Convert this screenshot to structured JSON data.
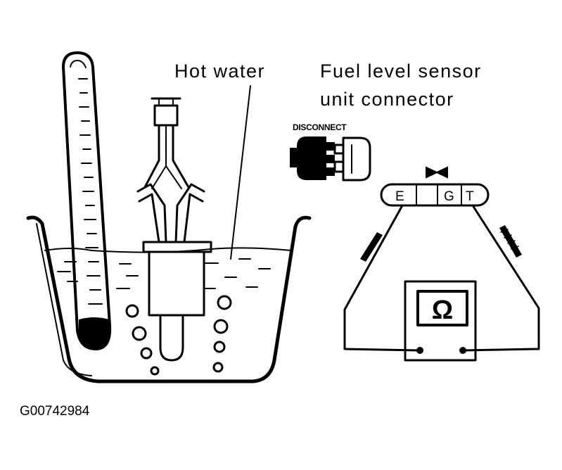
{
  "labels": {
    "hot_water": "Hot water",
    "sensor_line1": "Fuel level sensor",
    "sensor_line2": "unit connector",
    "disconnect": "DISCONNECT",
    "figure_code": "G00742984"
  },
  "connector_terminals": [
    "E",
    "G",
    "T"
  ],
  "meter_symbol": "Ω",
  "colors": {
    "ink": "#000000",
    "background": "#ffffff"
  }
}
